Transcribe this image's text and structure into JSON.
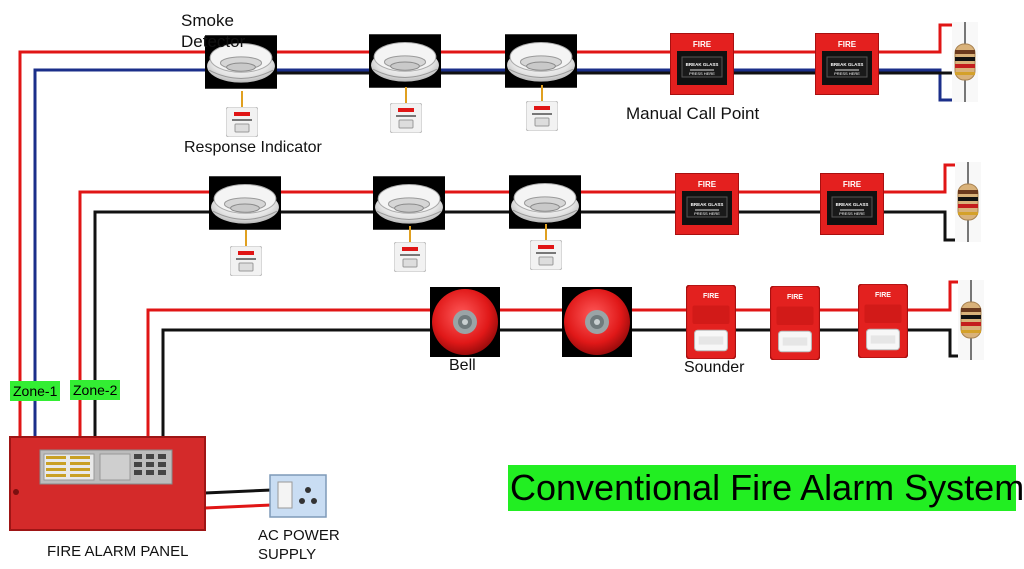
{
  "labels": {
    "smoke_detector": "Smoke\nDetector",
    "response_indicator": "Response Indicator",
    "manual_call_point": "Manual Call Point",
    "bell": "Bell",
    "sounder": "Sounder",
    "zone1": "Zone-1",
    "zone2": "Zone-2",
    "panel": "FIRE ALARM PANEL",
    "power": "AC POWER\nSUPPLY",
    "title": "Conventional Fire Alarm System"
  },
  "device_text": {
    "fire": "FIRE",
    "break_glass": "BREAK GLASS",
    "press_here": "PRESS HERE"
  },
  "colors": {
    "wire_red": "#e01515",
    "wire_blue": "#1b2f8a",
    "wire_black": "#111111",
    "panel_red": "#d42a2a",
    "zone_green": "#33ee33",
    "title_green": "#22ee22"
  },
  "icons": [
    "smoke-detector-icon",
    "response-indicator-icon",
    "manual-call-point-icon",
    "bell-icon",
    "sounder-icon",
    "resistor-icon",
    "fire-alarm-panel-icon",
    "power-socket-icon"
  ]
}
